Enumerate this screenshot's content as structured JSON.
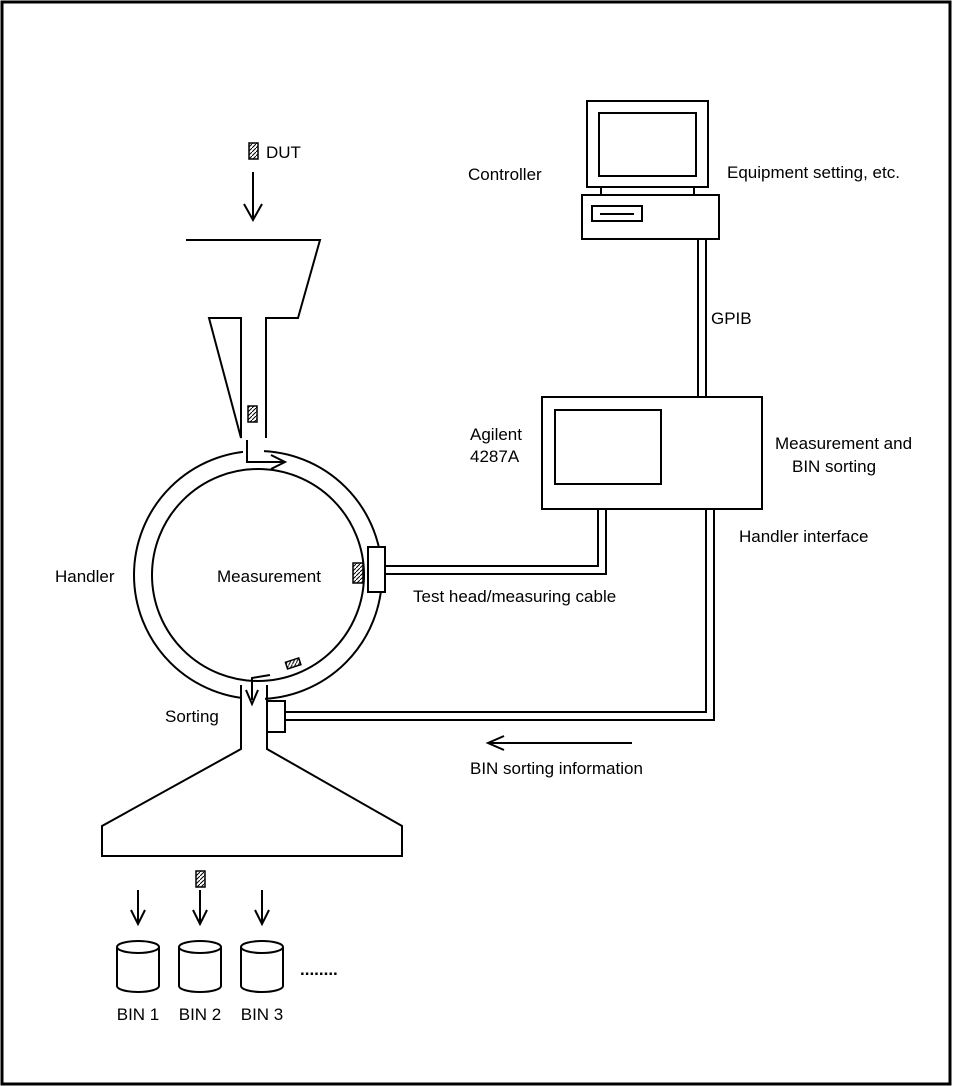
{
  "labels": {
    "dut": "DUT",
    "controller": "Controller",
    "equipment_setting": "Equipment setting, etc.",
    "gpib": "GPIB",
    "agilent_line1": "Agilent",
    "agilent_line2": "4287A",
    "measurement_and_line1": "Measurement and",
    "measurement_and_line2": "BIN sorting",
    "handler_interface": "Handler interface",
    "handler": "Handler",
    "measurement": "Measurement",
    "test_head_cable": "Test head/measuring cable",
    "sorting": "Sorting",
    "bin_sorting_information": "BIN sorting information",
    "bins": [
      "BIN 1",
      "BIN 2",
      "BIN 3"
    ],
    "ellipsis": "........"
  },
  "colors": {
    "line": "#000000",
    "background": "#ffffff"
  }
}
